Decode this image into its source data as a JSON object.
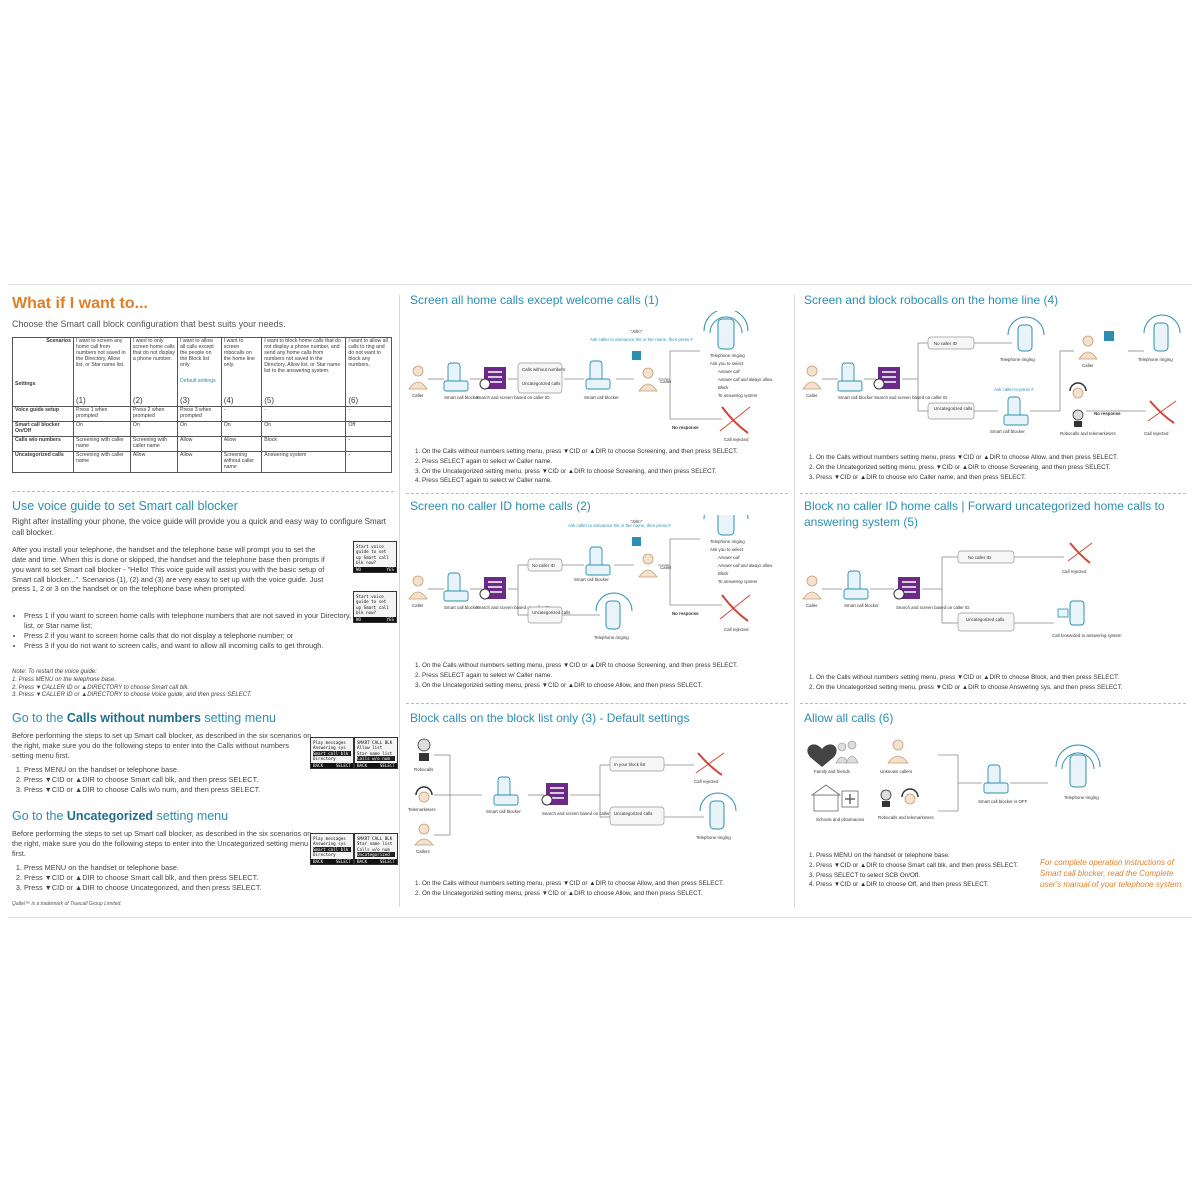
{
  "title": "What if I want to...",
  "subtitle": "Choose the Smart call block configuration that best suits your needs.",
  "table": {
    "corner_top": "Scenarios",
    "corner_bottom": "Settings",
    "scenarios": [
      {
        "text": "I want to screen any home call from numbers not saved in the Directory, Allow list, or Star name list.",
        "num": "(1)"
      },
      {
        "text": "I want to only screen home calls that do not display a phone number.",
        "num": "(2)"
      },
      {
        "text": "I want to allow all calls except the people on the Block list only",
        "extra": "Default settings",
        "num": "(3)"
      },
      {
        "text": "I want to screen robocalls on the home line only.",
        "num": "(4)"
      },
      {
        "text": "I want to block home calls that do not display a phone number, and send any home calls from numbers not saved in the Directory, Allow list, or Star name list to the answering system.",
        "num": "(5)"
      },
      {
        "text": "I want to allow all calls to ring and do not want to block any numbers.",
        "num": "(6)"
      }
    ],
    "rows": [
      {
        "label": "Voice guide setup",
        "cells": [
          "Press 1 when prompted",
          "Press 2 when prompted",
          "Press 3 when prompted",
          "-",
          "-",
          "-"
        ]
      },
      {
        "label": "Smart call blocker On/Off",
        "cells": [
          "On",
          "On",
          "On",
          "On",
          "On",
          "Off"
        ]
      },
      {
        "label": "Calls w/o numbers",
        "cells": [
          "Screening with caller name",
          "Screening with caller name",
          "Allow",
          "Allow",
          "Block",
          "-"
        ]
      },
      {
        "label": "Uncategorized calls",
        "cells": [
          "Screening with caller name",
          "Allow",
          "Allow",
          "Screening without caller name",
          "Answering system",
          "-"
        ]
      }
    ]
  },
  "voice": {
    "heading": "Use voice guide to set Smart call blocker",
    "intro": "Right after installing your phone, the voice guide will provide you a quick and easy way to configure Smart call blocker.",
    "body": "After you install your telephone, the handset and the telephone base will prompt you to set the date and time. When this is done or skipped, the handset and the telephone base then prompts if you want to set Smart call blocker - \"Hello! This voice guide will assist you with the basic setup of Smart call blocker...\". Scenarios (1), (2) and (3) are very easy to set up with the voice guide. Just press 1, 2 or 3 on the handset or on the telephone base when prompted.",
    "bullets": [
      "Press 1 if you want to screen home calls with telephone numbers that are not saved in your Directory, Allow list, or Star name list;",
      "Press 2 if you want to screen home calls that do not display a telephone number; or",
      "Press 3 if you do not want to screen calls, and want to allow all incoming calls to get through."
    ],
    "screen1": {
      "lines": [
        "Start voice",
        "guide to set",
        "up Smart call",
        "blk now?"
      ],
      "left": "NO",
      "right": "YES"
    },
    "screen2": {
      "lines": [
        "Start voice",
        "guide to set",
        "up Smart call",
        "blk now?"
      ],
      "left": "NO",
      "right": "YES"
    },
    "note_title": "Note: To restart the voice guide:",
    "note_lines": [
      "1. Press MENU on the telephone base.",
      "2. Press ▼CALLER ID or ▲DIRECTORY to choose Smart call blk.",
      "3. Press ▼CALLER ID or ▲DIRECTORY to choose Voice guide, and then press SELECT."
    ]
  },
  "cwn": {
    "heading_pre": "Go to the ",
    "heading_bold": "Calls without numbers",
    "heading_post": " setting menu",
    "intro": "Before performing the steps to set up Smart call blocker, as described in the six scenarios on the right, make sure you do the following steps to enter into the Calls without numbers setting menu first.",
    "steps": [
      "Press MENU on the handset or telephone base.",
      "Press ▼CID or ▲DIR to choose Smart call blk, and then press SELECT.",
      "Press ▼CID or ▲DIR to choose Calls w/o num, and then press SELECT."
    ],
    "screenA": {
      "lines": [
        "Play messages",
        "Answering sys",
        "Smart call blk",
        "Directory"
      ],
      "left": "BACK",
      "right": "SELECT"
    },
    "screenB": {
      "lines": [
        "SMART CALL BLK",
        "Allow list",
        "Star name list",
        "Calls w/o num"
      ],
      "left": "BACK",
      "right": "SELECT"
    }
  },
  "unc": {
    "heading_pre": "Go to the ",
    "heading_bold": "Uncategorized",
    "heading_post": " setting menu",
    "intro": "Before performing the steps to set up Smart call blocker, as described in the six scenarios on the right, make sure you do the following steps to enter into the Uncategorized setting menu first.",
    "steps": [
      "Press MENU on the handset or telephone base.",
      "Press ▼CID or ▲DIR to choose Smart call blk, and then press SELECT.",
      "Press ▼CID or ▲DIR to choose Uncategorized, and then press SELECT."
    ],
    "screenA": {
      "lines": [
        "Play messages",
        "Answering sys",
        "Smart call blk",
        "Directory"
      ],
      "left": "BACK",
      "right": "SELECT"
    },
    "screenB": {
      "lines": [
        "SMART CALL BLK",
        "Star name list",
        "Calls w/o num",
        "Uncategorized"
      ],
      "left": "BACK",
      "right": "SELECT"
    }
  },
  "trademark": "Qaltel™ is a trademark of Truecall Group Limited.",
  "s1": {
    "title": "Screen all home calls except welcome calls (1)",
    "labels": {
      "caller": "Caller",
      "scb": "Smart call blocker",
      "search": "Search and screen based on caller ID",
      "cwn": "Calls without numbers",
      "unc": "Uncategorized calls",
      "ask": "Ask caller to announce his or her name, then press #",
      "john": "\"John\"",
      "caller2": "Caller",
      "scb2": "Smart call blocker",
      "ringing": "Telephone ringing",
      "askyou": "Ask you to select",
      "o1": "Answer call",
      "o2": "Answer call and always allow",
      "o3": "Block",
      "o4": "To answering system",
      "noresp": "No response",
      "rejected": "Call rejected"
    },
    "steps": [
      "On the Calls without numbers setting menu, press ▼CID or ▲DIR to choose Screening, and then press SELECT.",
      "Press SELECT again to select w/ Caller name.",
      "On the Uncategorized setting menu, press ▼CID or ▲DIR to choose Screening, and then press SELECT.",
      "Press SELECT again to select w/ Caller name."
    ]
  },
  "s2": {
    "title": "Screen no caller ID home calls (2)",
    "labels": {
      "caller": "Caller",
      "scb": "Smart call blocker",
      "search": "Search and screen based on caller ID",
      "noid": "No caller ID",
      "unc": "Uncategorized calls",
      "ask": "Ask caller to announce his or her name, then press #",
      "john": "\"John\"",
      "caller2": "Caller",
      "scb2": "Smart call blocker",
      "ringing": "Telephone ringing",
      "askyou": "Ask you to select",
      "o1": "Answer call",
      "o2": "Answer call and always allow",
      "o3": "Block",
      "o4": "To answering system",
      "noresp": "No response",
      "rejected": "Call rejected",
      "ringing2": "Telephone ringing"
    },
    "steps": [
      "On the Calls without numbers setting menu, press ▼CID or ▲DIR to choose Screening, and then press SELECT.",
      "Press SELECT again to select w/ Caller name.",
      "On the Uncategorized setting menu, press ▼CID or ▲DIR to choose Allow, and then press SELECT."
    ]
  },
  "s3": {
    "title": "Block calls on the block list only (3) - Default settings",
    "labels": {
      "robo": "Robocalls",
      "tele": "Telemarketers",
      "callers": "Callers",
      "scb": "Smart call blocker",
      "search": "Search and screen based on caller ID",
      "inlist": "In your block list",
      "rejected": "Call rejected",
      "unc": "Uncategorized calls",
      "ringing": "Telephone ringing"
    },
    "steps": [
      "On the Calls without numbers setting menu, press ▼CID or ▲DIR to choose Allow, and then press SELECT.",
      "On the Uncategorized setting menu, press ▼CID or ▲DIR to choose Allow, and then press SELECT."
    ]
  },
  "s4": {
    "title": "Screen and block robocalls on the home line (4)",
    "labels": {
      "caller": "Caller",
      "scb": "Smart call blocker",
      "search": "Search and screen based on caller ID",
      "noid": "No caller ID",
      "ringing": "Telephone ringing",
      "caller2": "Caller",
      "ringing2": "Telephone ringing",
      "unc": "Uncategorized calls",
      "ask": "Ask caller to press #",
      "scb2": "Smart call blocker",
      "noresp": "No response",
      "robo": "Robocalls and telemarketers",
      "rejected": "Call rejected"
    },
    "steps": [
      "On the Calls without numbers setting menu, press ▼CID or ▲DIR to choose Allow, and then press SELECT.",
      "On the Uncategorized setting menu, press ▼CID or ▲DIR to choose Screening, and then press SELECT.",
      "Press ▼CID or ▲DIR to choose w/o Caller name, and then press SELECT."
    ]
  },
  "s5": {
    "title": "Block no caller ID home calls | Forward uncategorized home calls to answering system (5)",
    "labels": {
      "caller": "Caller",
      "scb": "Smart call blocker",
      "search": "Search and screen based on caller ID",
      "noid": "No caller ID",
      "rejected": "Call rejected",
      "unc": "Uncategorized calls",
      "forward": "Call forwarded to answering system"
    },
    "steps": [
      "On the Calls without numbers setting menu, press ▼CID or ▲DIR to choose Block, and then press SELECT.",
      "On the Uncategorized setting menu, press ▼CID or ▲DIR to choose Answering sys, and then press SELECT."
    ]
  },
  "s6": {
    "title": "Allow all calls (6)",
    "labels": {
      "family": "Family and friends",
      "unknown": "Unknown callers",
      "schools": "Schools and pharmacies",
      "robo": "Robocalls and telemarketers",
      "scb": "Smart call blocker is OFF",
      "ringing": "Telephone ringing"
    },
    "steps": [
      "Press MENU on the handset or telephone base.",
      "Press ▼CID or ▲DIR to choose Smart call blk, and then press SELECT.",
      "Press SELECT to select SCB On/Off.",
      "Press ▼CID or ▲DIR to choose Off, and then press SELECT."
    ],
    "note": "For complete operation instructions of Smart call blocker, read the Complete user's manual of your telephone system."
  },
  "colors": {
    "accent": "#e07f2a",
    "teal": "#2b8fb0",
    "purple": "#6a2a86"
  }
}
